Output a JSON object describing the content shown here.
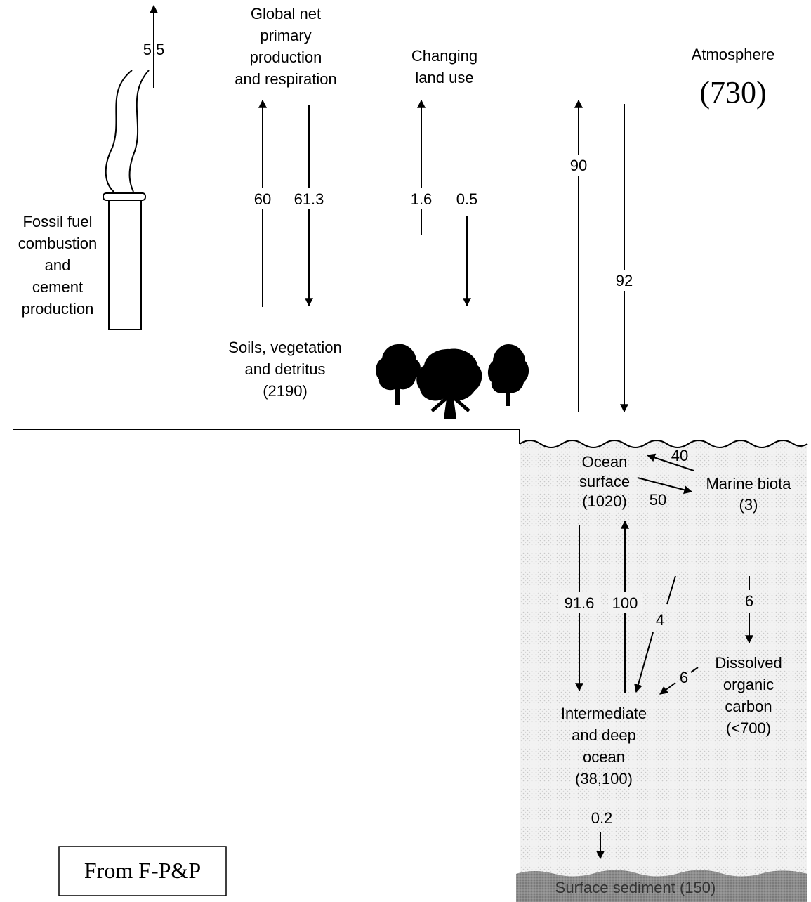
{
  "source_note": "From F-P&P",
  "reservoirs": {
    "atmosphere_label": "Atmosphere",
    "atmosphere_value": "(730)",
    "soils": [
      "Soils, vegetation",
      "and detritus",
      "(2190)"
    ],
    "ocean_surface": [
      "Ocean",
      "surface",
      "(1020)"
    ],
    "marine_biota": [
      "Marine biota",
      "(3)"
    ],
    "dissolved_organic": [
      "Dissolved",
      "organic",
      "carbon",
      "(<700)"
    ],
    "deep_ocean": [
      "Intermediate",
      "and deep",
      "ocean",
      "(38,100)"
    ],
    "surface_sediment": "Surface sediment (150)"
  },
  "process_labels": {
    "fossil": [
      "Fossil fuel",
      "combustion",
      "and",
      "cement",
      "production"
    ],
    "npp": [
      "Global net",
      "primary",
      "production",
      "and respiration"
    ],
    "land_use": [
      "Changing",
      "land use"
    ]
  },
  "fluxes": {
    "fossil_emission": "5.5",
    "npp_up": "60",
    "npp_down": "61.3",
    "land_up": "1.6",
    "land_down": "0.5",
    "ocean_up": "90",
    "ocean_down": "92",
    "biota_to_surface": "40",
    "surface_to_biota": "50",
    "surface_to_deep": "91.6",
    "deep_to_surface": "100",
    "biota_to_deep": "4",
    "biota_to_doc": "6",
    "doc_to_deep": "6",
    "deep_to_sediment": "0.2"
  }
}
